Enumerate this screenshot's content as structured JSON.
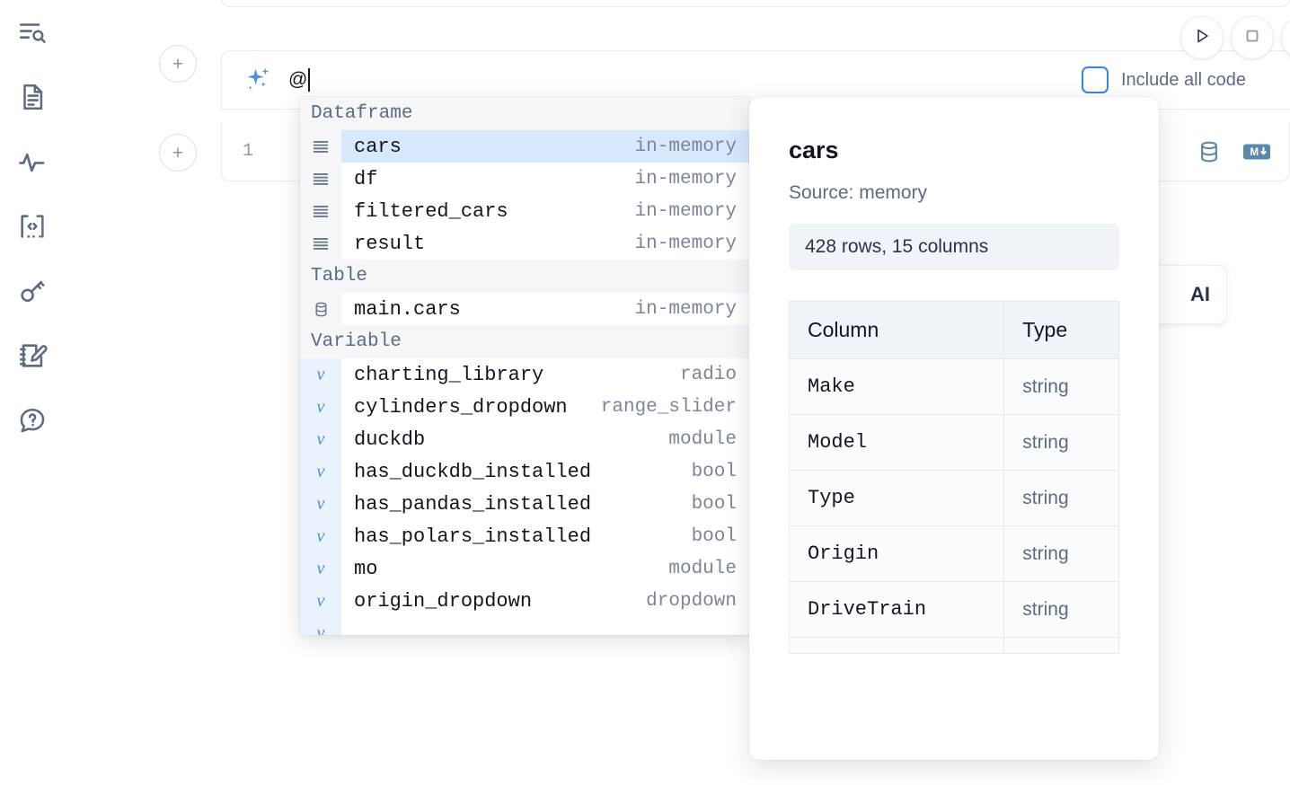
{
  "sidebar": {
    "items": [
      {
        "name": "explore-search",
        "icon": "list-search-icon"
      },
      {
        "name": "notebook-file",
        "icon": "document-text-icon"
      },
      {
        "name": "activity",
        "icon": "pulse-activity-icon"
      },
      {
        "name": "snippets",
        "icon": "code-brackets-icon"
      },
      {
        "name": "secrets",
        "icon": "key-icon"
      },
      {
        "name": "scratchpad",
        "icon": "notebook-pencil-icon"
      },
      {
        "name": "help",
        "icon": "chat-question-icon"
      }
    ]
  },
  "toolbar": {
    "run_icon": "play-triangle-icon",
    "stop_icon": "square-stop-icon",
    "more_icon": "circle-button-icon",
    "include_all_code_label": "Include all code",
    "include_all_code_checked": false,
    "accent_blue": "#3b82f6"
  },
  "ai_prompt": {
    "spark_icon": "ai-sparkle-icon",
    "value": "@",
    "add_cell_label": "+"
  },
  "code_cell": {
    "line_number": "1",
    "database_icon": "database-icon",
    "markdown_icon": "markdown-down-icon"
  },
  "ai_chip": {
    "label": "AI"
  },
  "autocomplete": {
    "groups": [
      {
        "label": "Dataframe",
        "items": [
          {
            "name": "cars",
            "type": "in-memory",
            "icon": "dataframe-rows-icon",
            "selected": true,
            "kind": "dataframe"
          },
          {
            "name": "df",
            "type": "in-memory",
            "icon": "dataframe-rows-icon",
            "selected": false,
            "kind": "dataframe"
          },
          {
            "name": "filtered_cars",
            "type": "in-memory",
            "icon": "dataframe-rows-icon",
            "selected": false,
            "kind": "dataframe"
          },
          {
            "name": "result",
            "type": "in-memory",
            "icon": "dataframe-rows-icon",
            "selected": false,
            "kind": "dataframe"
          }
        ]
      },
      {
        "label": "Table",
        "items": [
          {
            "name": "main.cars",
            "type": "in-memory",
            "icon": "database-icon",
            "selected": false,
            "kind": "table"
          }
        ]
      },
      {
        "label": "Variable",
        "items": [
          {
            "name": "charting_library",
            "type": "radio",
            "icon": "variable-icon",
            "selected": false,
            "kind": "variable"
          },
          {
            "name": "cylinders_dropdown",
            "type": "range_slider",
            "icon": "variable-icon",
            "selected": false,
            "kind": "variable"
          },
          {
            "name": "duckdb",
            "type": "module",
            "icon": "variable-icon",
            "selected": false,
            "kind": "variable"
          },
          {
            "name": "has_duckdb_installed",
            "type": "bool",
            "icon": "variable-icon",
            "selected": false,
            "kind": "variable"
          },
          {
            "name": "has_pandas_installed",
            "type": "bool",
            "icon": "variable-icon",
            "selected": false,
            "kind": "variable"
          },
          {
            "name": "has_polars_installed",
            "type": "bool",
            "icon": "variable-icon",
            "selected": false,
            "kind": "variable"
          },
          {
            "name": "mo",
            "type": "module",
            "icon": "variable-icon",
            "selected": false,
            "kind": "variable"
          },
          {
            "name": "origin_dropdown",
            "type": "dropdown",
            "icon": "variable-icon",
            "selected": false,
            "kind": "variable"
          }
        ]
      }
    ]
  },
  "doc_panel": {
    "title": "cars",
    "source": "Source: memory",
    "summary": "428 rows, 15 columns",
    "columns_header": "Column",
    "type_header": "Type",
    "rows": [
      {
        "column": "Make",
        "type": "string"
      },
      {
        "column": "Model",
        "type": "string"
      },
      {
        "column": "Type",
        "type": "string"
      },
      {
        "column": "Origin",
        "type": "string"
      },
      {
        "column": "DriveTrain",
        "type": "string"
      }
    ]
  }
}
